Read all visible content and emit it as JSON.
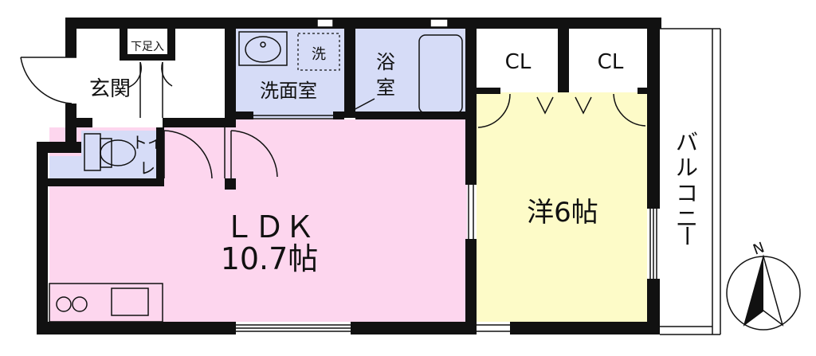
{
  "rooms": {
    "entrance": "玄関",
    "shoe_box": "下足入",
    "washroom": "洗面室",
    "washer": "洗",
    "bath_1": "浴",
    "bath_2": "室",
    "toilet_1": "トイ",
    "toilet_2": "レ",
    "closet_1": "CL",
    "closet_2": "CL",
    "western_room": "洋6帖",
    "ldk_name": "ＬＤＫ",
    "ldk_size": "10.7帖",
    "balcony": [
      "バ",
      "ル",
      "コ",
      "ニ",
      "ー"
    ]
  },
  "compass": {
    "north": "N"
  },
  "colors": {
    "ldk": "#fdd6ee",
    "western": "#fdfbc8",
    "wet": "#d6dcf7",
    "wall": "#111111"
  }
}
